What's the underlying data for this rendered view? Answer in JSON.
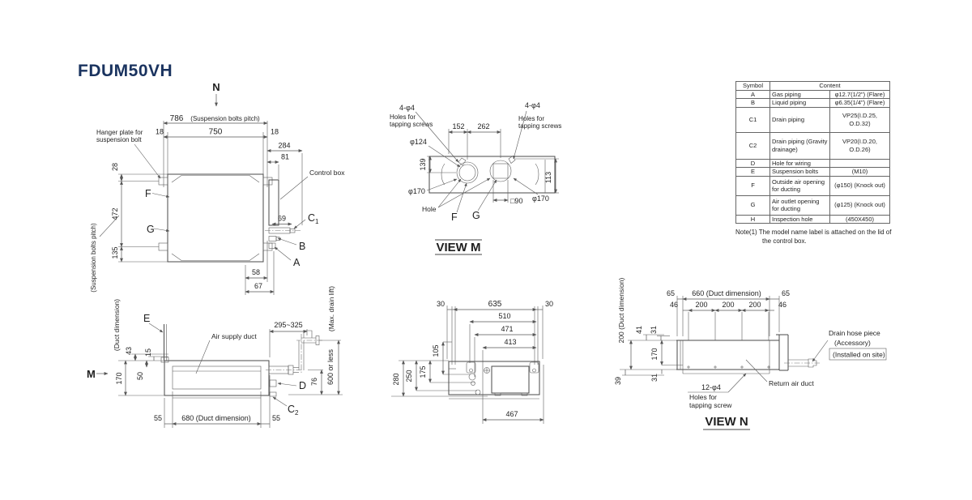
{
  "title": "FDUM50VH",
  "top_view": {
    "n": "N",
    "dim_786": "786",
    "dim_786_note": "(Suspension bolts pitch)",
    "hanger_1": "Hanger plate for",
    "hanger_2": "suspension bolt",
    "dim_18l": "18",
    "dim_750": "750",
    "dim_18r": "18",
    "dim_284": "284",
    "dim_81": "81",
    "dim_28": "28",
    "dim_472": "472",
    "dim_135": "135",
    "pitch_vert": "(Suspension bolts pitch)",
    "control_box": "Control box",
    "f": "F",
    "g": "G",
    "dim_69": "69",
    "c1": "C",
    "c1s": "1",
    "b": "B",
    "a": "A",
    "dim_58": "58",
    "dim_67": "67"
  },
  "view_m": {
    "tap_l1": "4-φ4",
    "tap_l2": "Holes for",
    "tap_l3": "tapping screws",
    "tap_r1": "4-φ4",
    "tap_r2": "Holes for",
    "tap_r3": "tapping screws",
    "dim_152": "152",
    "dim_262": "262",
    "dim_124": "φ124",
    "dim_139": "139",
    "dim_170l": "φ170",
    "hole": "Hole",
    "f": "F",
    "g": "G",
    "dim_90": "□90",
    "dim_170r": "φ170",
    "dim_113": "113",
    "label": "VIEW M"
  },
  "table": {
    "header_symbol": "Symbol",
    "header_content": "Content",
    "rows": [
      {
        "symbol": "A",
        "label": "Gas piping",
        "value": "φ12.7(1/2\") (Flare)"
      },
      {
        "symbol": "B",
        "label": "Liquid piping",
        "value": "φ6.35(1/4\") (Flare)"
      },
      {
        "symbol": "C1",
        "label": "Drain piping",
        "value": "VP25(I.D.25, O.D.32)"
      },
      {
        "symbol": "C2",
        "label": "Drain piping (Gravity drainage)",
        "value": "VP20(I.D.20, O.D.26)"
      },
      {
        "symbol": "D",
        "label": "Hole for wiring",
        "value": ""
      },
      {
        "symbol": "E",
        "label": "Suspension bolts",
        "value": "(M10)"
      },
      {
        "symbol": "F",
        "label": "Outside air opening for ducting",
        "value": "(φ150) (Knock out)"
      },
      {
        "symbol": "G",
        "label": "Air outlet opening for ducting",
        "value": "(φ125) (Knock out)"
      },
      {
        "symbol": "H",
        "label": "Inspection hole",
        "value": "(450X450)"
      }
    ],
    "note_1": "Note(1)  The model name label is attached on the lid of",
    "note_2": "the control box."
  },
  "side_view": {
    "e": "E",
    "m": "M",
    "duct_dim_vert": "(Duct dimension)",
    "dim_43": "43",
    "dim_15": "15",
    "dim_170": "170",
    "dim_50": "50",
    "air_supply": "Air supply duct",
    "dim_295": "295~325",
    "max_drain": "(Max. drain lift)",
    "dim_600": "600 or less",
    "dim_76": "76",
    "d": "D",
    "c2": "C",
    "c2s": "2",
    "dim_55l": "55",
    "dim_680": "680 (Duct dimension)",
    "dim_55r": "55"
  },
  "front_view": {
    "dim_30l": "30",
    "dim_635": "635",
    "dim_30r": "30",
    "dim_510": "510",
    "dim_471": "471",
    "dim_413": "413",
    "dim_105": "105",
    "dim_175": "175",
    "dim_250": "250",
    "dim_280": "280",
    "dim_467": "467"
  },
  "view_n": {
    "duct_200": "200 (Duct dimension)",
    "dim_65l": "65",
    "dim_660": "660 (Duct dimension)",
    "dim_65r": "65",
    "dim_46l": "46",
    "dim_200a": "200",
    "dim_200b": "200",
    "dim_200c": "200",
    "dim_46r": "46",
    "dim_41": "41",
    "dim_31a": "31",
    "dim_170": "170",
    "dim_31b": "31",
    "dim_39": "39",
    "tap_1": "12-φ4",
    "tap_2": "Holes for",
    "tap_3": "tapping screw",
    "return_air": "Return air duct",
    "drain_1": "Drain hose piece",
    "drain_2": "(Accessory)",
    "drain_3": "(Installed on site)",
    "label": "VIEW N"
  },
  "colors": {
    "title": "#1a335f",
    "line": "#4a4a4a"
  }
}
